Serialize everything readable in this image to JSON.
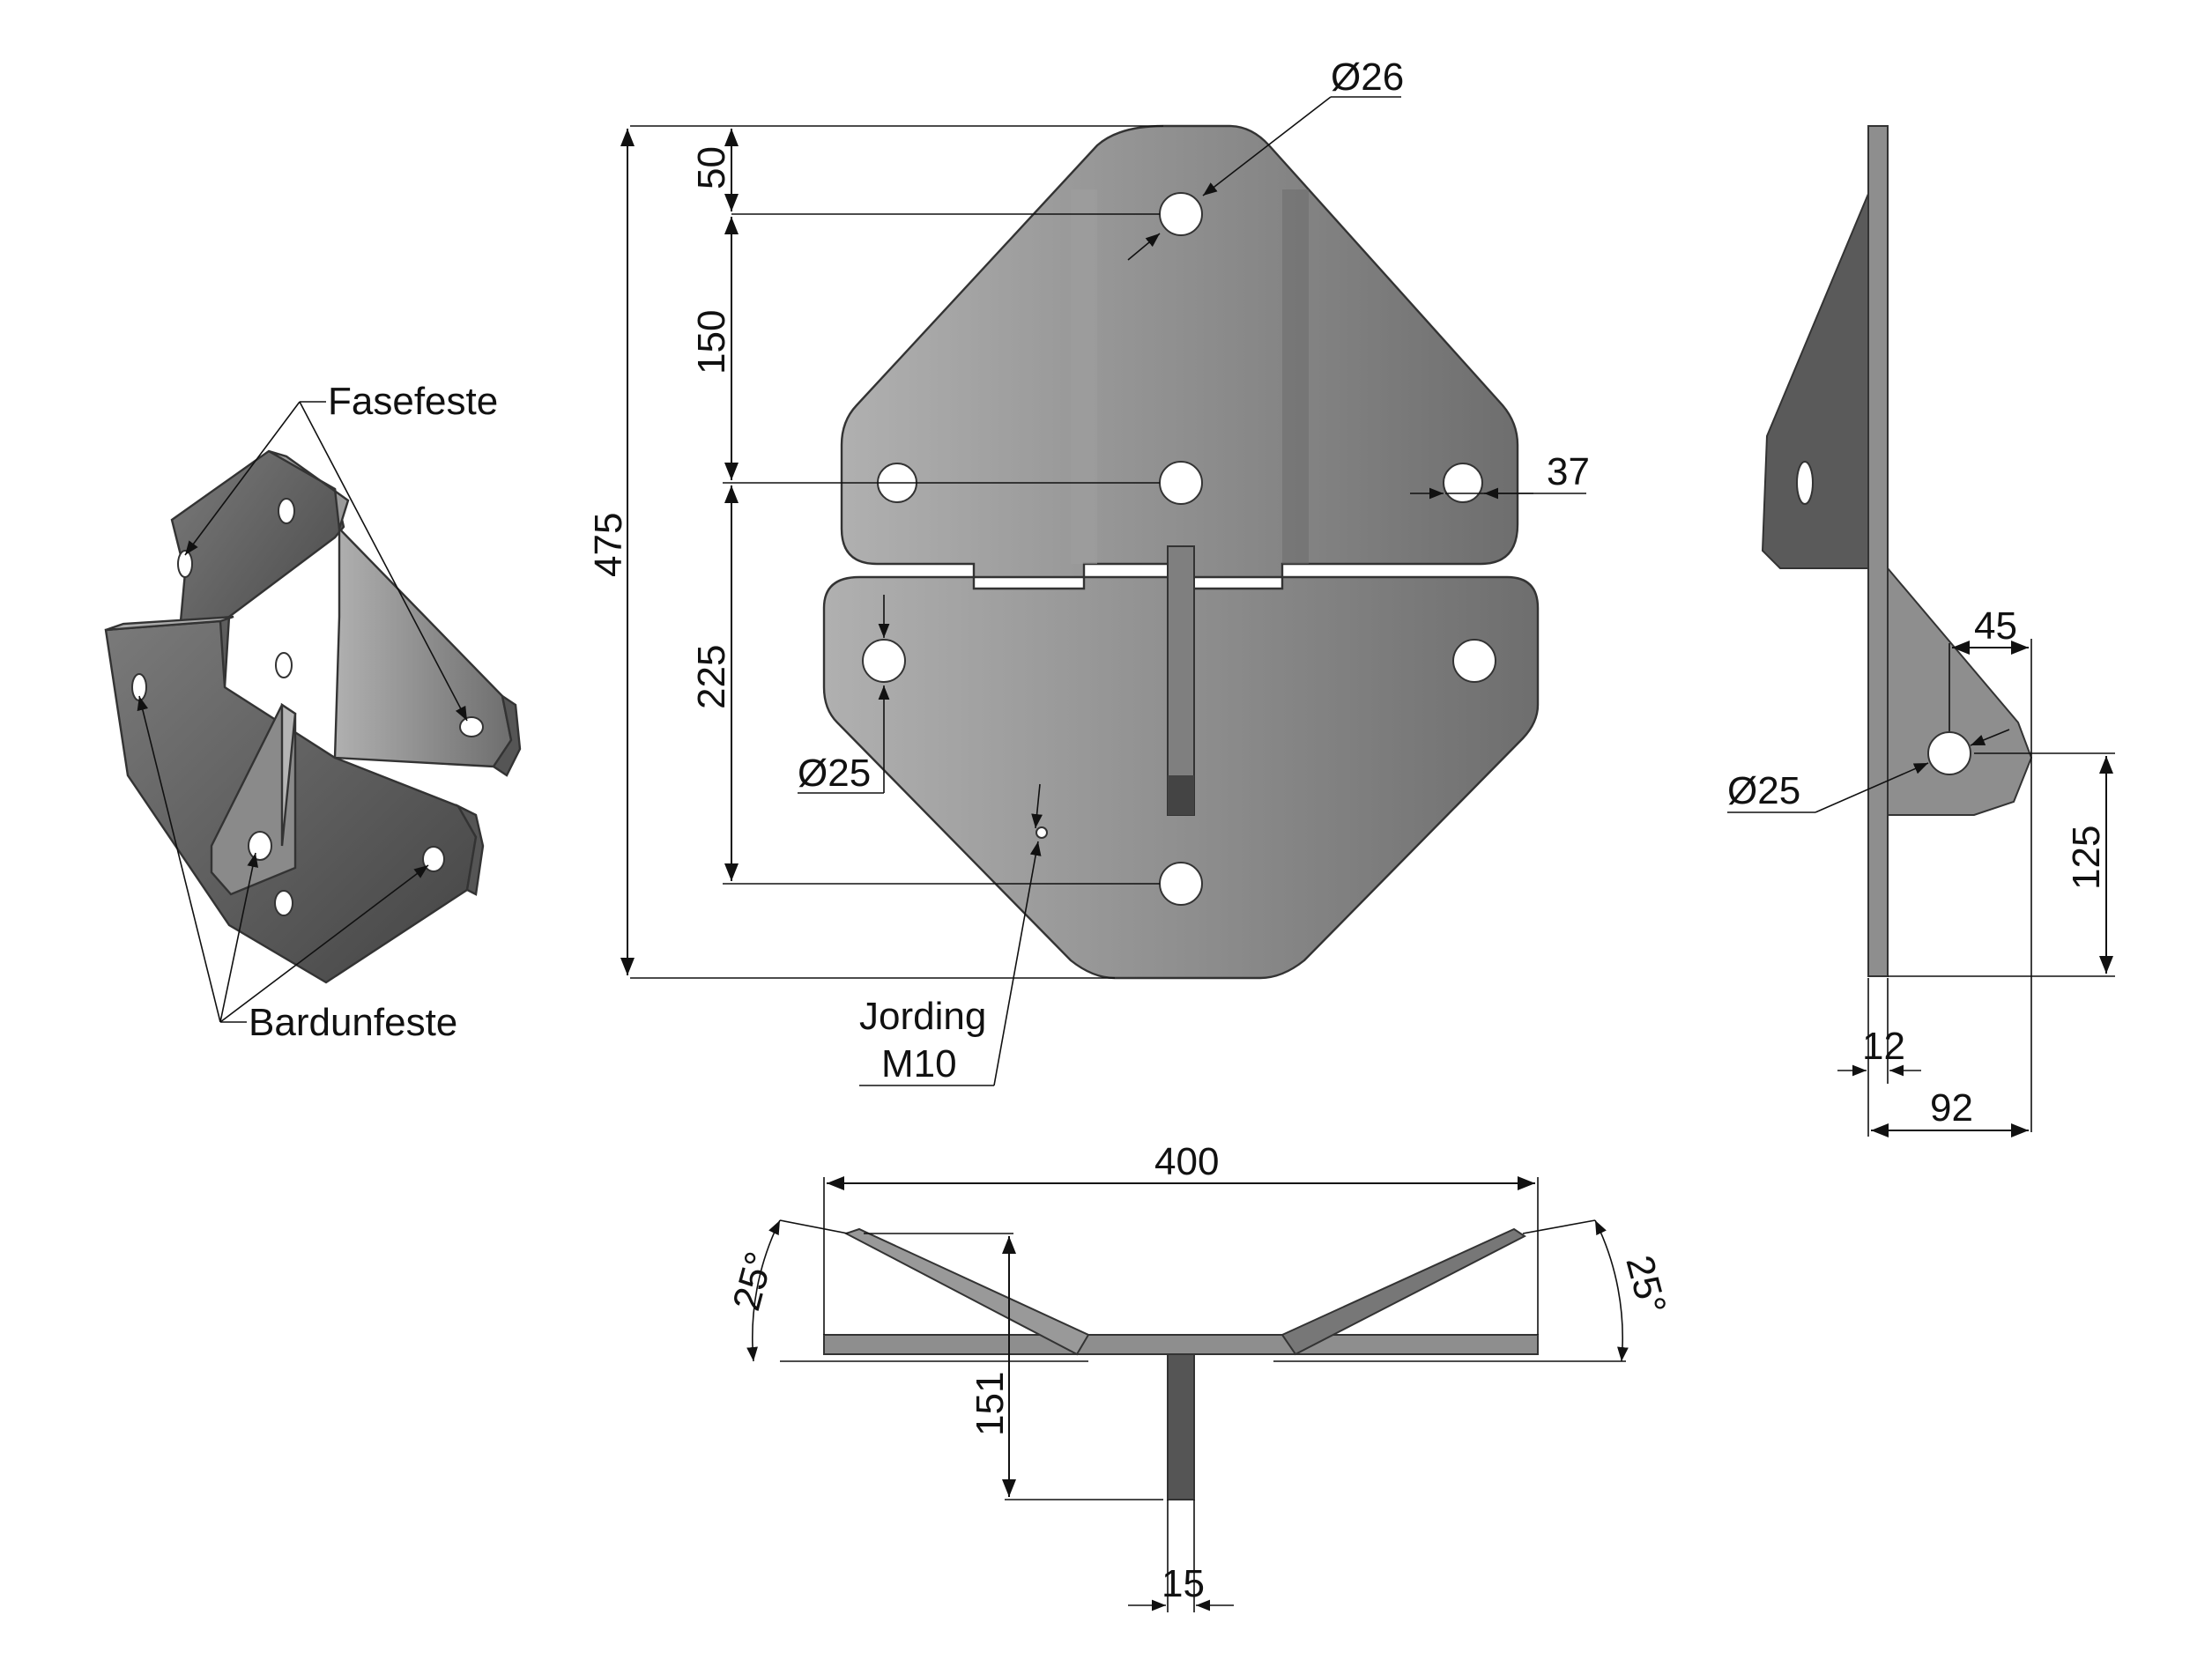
{
  "labels": {
    "fasefeste": "Fasefeste",
    "bardunfeste": "Bardunfeste",
    "jording_line1": "Jording",
    "jording_line2": "M10"
  },
  "front_view": {
    "dim_total_height": "475",
    "dim_top_hole": "50",
    "dim_mid": "150",
    "dim_lower": "225",
    "dim_hole_top": "Ø26",
    "dim_hole_side": "Ø25",
    "dim_edge": "37"
  },
  "side_view": {
    "dim_hole": "Ø25",
    "dim_hole_offset": "45",
    "dim_hole_height": "125",
    "dim_thickness": "12",
    "dim_depth": "92"
  },
  "bottom_view": {
    "dim_width": "400",
    "dim_angle_left": "25°",
    "dim_angle_right": "25°",
    "dim_height": "151",
    "dim_fin": "15"
  },
  "colors": {
    "plate_light": "#a8a8a8",
    "plate_mid": "#8c8c8c",
    "plate_dark": "#555555",
    "line": "#111111"
  }
}
